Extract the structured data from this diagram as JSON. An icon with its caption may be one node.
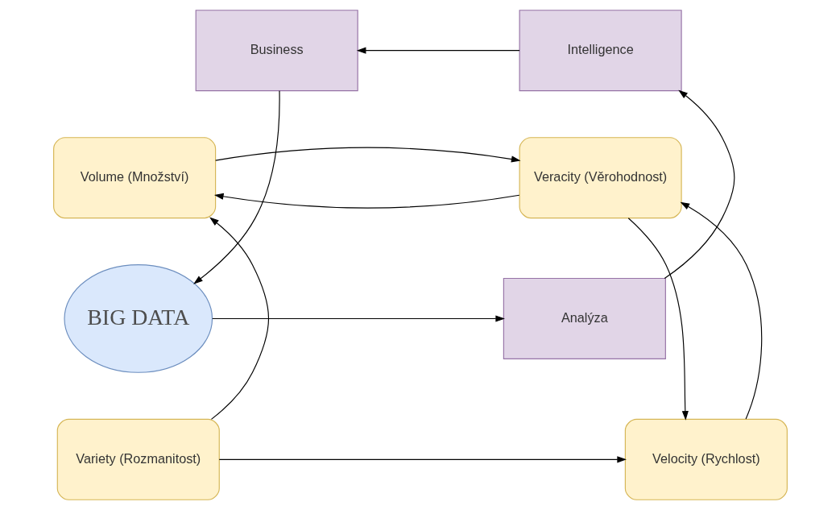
{
  "diagram": {
    "nodes": [
      {
        "text": [
          "Business"
        ]
      },
      {
        "text": [
          "Intelligence"
        ]
      },
      {
        "text": [
          "Volume (Množství)"
        ]
      },
      {
        "text": [
          "Veracity (Věrohodnost)"
        ]
      },
      {
        "text": [
          "BIG DATA"
        ]
      },
      {
        "text": [
          "Analýza"
        ]
      },
      {
        "text": [
          "Variety (Rozmanitost)"
        ]
      },
      {
        "text": [
          "Velocity (Rychlost)"
        ]
      }
    ],
    "edges": [
      {
        "from": 1,
        "to": 0,
        "arrow": "to"
      },
      {
        "from": 0,
        "to": 4,
        "arrow": "to"
      },
      {
        "from": 3,
        "to": 2,
        "arrow": "to"
      },
      {
        "from": 2,
        "to": 3,
        "arrow": "to"
      },
      {
        "from": 3,
        "to": 7,
        "arrow": "to"
      },
      {
        "from": 7,
        "to": 3,
        "arrow": "to"
      },
      {
        "from": 6,
        "to": 2,
        "arrow": "to"
      },
      {
        "from": 6,
        "to": 7,
        "arrow": "to"
      },
      {
        "from": 4,
        "to": 5,
        "arrow": "to"
      },
      {
        "from": 5,
        "to": 1,
        "arrow": "to"
      }
    ]
  }
}
